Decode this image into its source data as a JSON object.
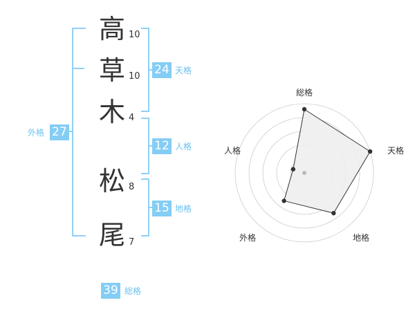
{
  "name": {
    "chars": [
      {
        "char": "高",
        "strokes": "10"
      },
      {
        "char": "草",
        "strokes": "10"
      },
      {
        "char": "木",
        "strokes": "4"
      },
      {
        "char": "松",
        "strokes": "8"
      },
      {
        "char": "尾",
        "strokes": "7"
      }
    ]
  },
  "fortunes": {
    "tenkaku": {
      "value": "24",
      "label": "天格"
    },
    "jinkaku": {
      "value": "12",
      "label": "人格"
    },
    "chikaku": {
      "value": "15",
      "label": "地格"
    },
    "gaikaku": {
      "value": "27",
      "label": "外格"
    },
    "soukaku": {
      "value": "39",
      "label": "総格"
    }
  },
  "radar": {
    "axes": [
      "総格",
      "天格",
      "地格",
      "外格",
      "人格"
    ],
    "values": [
      0.92,
      1.0,
      0.72,
      0.5,
      0.17
    ],
    "colors": {
      "fill": "#eeeeee",
      "stroke": "#333333",
      "grid": "#cccccc",
      "center": "#bbbbbb"
    }
  },
  "colors": {
    "accent": "#84cdf5",
    "label": "#6cc2f2"
  }
}
